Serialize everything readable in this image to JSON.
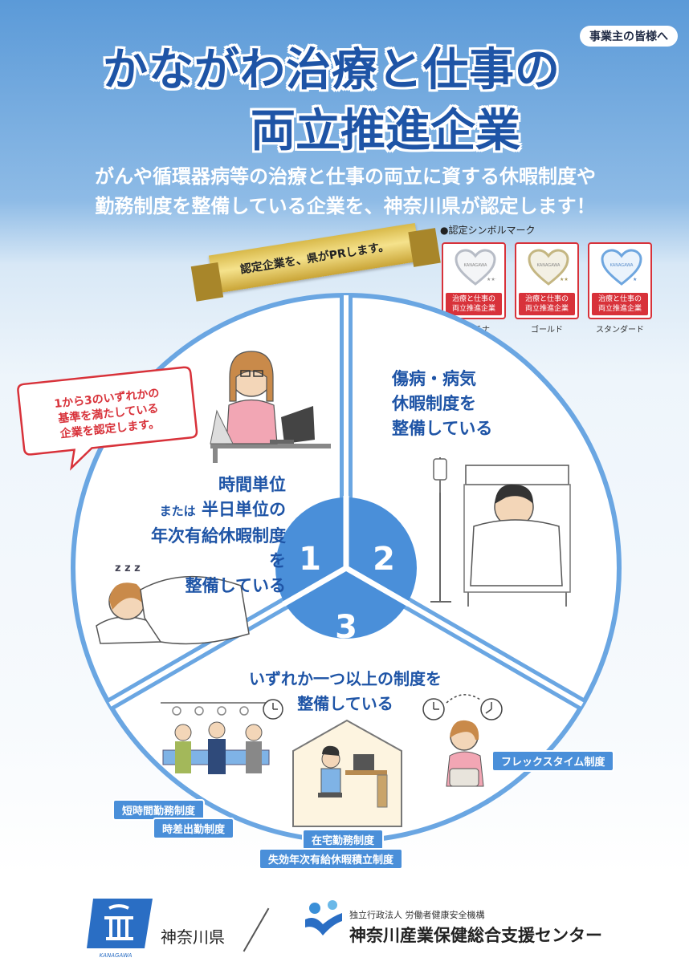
{
  "header": {
    "tag": "事業主の皆様へ",
    "title_line1": "かながわ治療と仕事の",
    "title_line2": "両立推進企業",
    "lead_line1": "がんや循環器病等の治療と仕事の両立に資する休暇制度や",
    "lead_line2": "勤務制度を整備している企業を、神奈川県が認定します！"
  },
  "ribbon": "認定企業を、県がPRします。",
  "symbol_marks": {
    "title": "●認定シンボルマーク",
    "brand": "KANAGAWA",
    "label_line1": "治療と仕事の",
    "label_line2": "両立推進企業",
    "items": [
      {
        "caption": "プラチナ",
        "stars": "★★★",
        "color": "#c0c4cc"
      },
      {
        "caption": "ゴールド",
        "stars": "★★",
        "color": "#cbbf8e"
      },
      {
        "caption": "スタンダード",
        "stars": "★",
        "color": "#7fb3e6"
      }
    ]
  },
  "bubble": {
    "line1": "1から3のいずれかの",
    "line2": "基準を満たしている",
    "line3": "企業を認定します。"
  },
  "criteria": {
    "c1": {
      "num": "1",
      "line1": "時間単位",
      "line2_prefix": "または",
      "line2": "半日単位の",
      "line3": "年次有給休暇制度を",
      "line4": "整備している"
    },
    "c2": {
      "num": "2",
      "line1": "傷病・病気",
      "line2": "休暇制度を",
      "line3": "整備している"
    },
    "c3": {
      "num": "3",
      "line1": "いずれか一つ以上の制度を",
      "line2": "整備している"
    }
  },
  "systems": {
    "short_hours": "短時間勤務制度",
    "staggered": "時差出勤制度",
    "telework": "在宅勤務制度",
    "leave_accum": "失効年次有給休暇積立制度",
    "flextime": "フレックスタイム制度"
  },
  "footer": {
    "pref_logo_text": "KANAGAWA",
    "pref_name": "神奈川県",
    "org_small": "独立行政法人 労働者健康安全機構",
    "org_big": "神奈川産業保健総合支援センター"
  },
  "colors": {
    "title_blue": "#1e54a6",
    "accent_blue": "#4a8fd9",
    "mark_red": "#d8323a"
  }
}
